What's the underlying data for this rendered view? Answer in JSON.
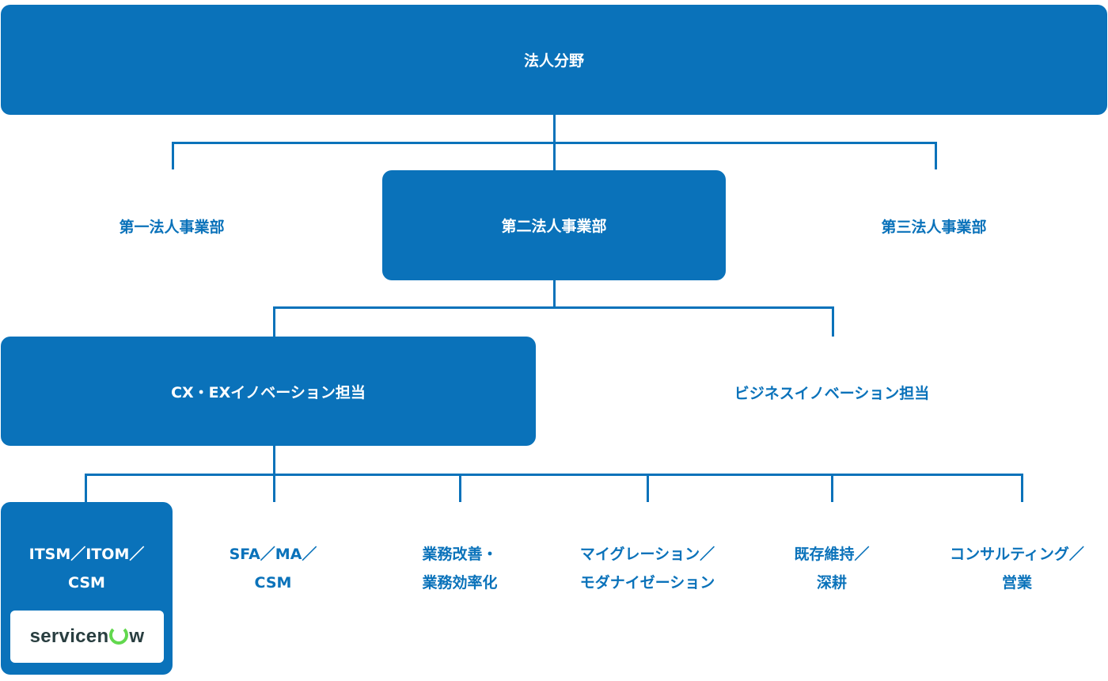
{
  "root": {
    "label": "法人分野"
  },
  "divisions": [
    {
      "label": "第一法人事業部"
    },
    {
      "label": "第二法人事業部"
    },
    {
      "label": "第三法人事業部"
    }
  ],
  "groups": [
    {
      "label": "CX・EXイノベーション担当"
    },
    {
      "label": "ビジネスイノベーション担当"
    }
  ],
  "areas": [
    {
      "line1": "ITSM／ITOM／",
      "line2": "CSM"
    },
    {
      "line1": "SFA／MA／",
      "line2": "CSM"
    },
    {
      "line1": "業務改善・",
      "line2": "業務効率化"
    },
    {
      "line1": "マイグレーション／",
      "line2": "モダナイゼーション"
    },
    {
      "line1": "既存維持／",
      "line2": "深耕"
    },
    {
      "line1": "コンサルティング／",
      "line2": "営業"
    }
  ],
  "logo": {
    "text": "servicenow",
    "text_before": "servicen",
    "text_after": "w"
  },
  "colors": {
    "primary": "#0a72ba",
    "logo_text": "#293e40",
    "logo_accent": "#62d84e"
  }
}
